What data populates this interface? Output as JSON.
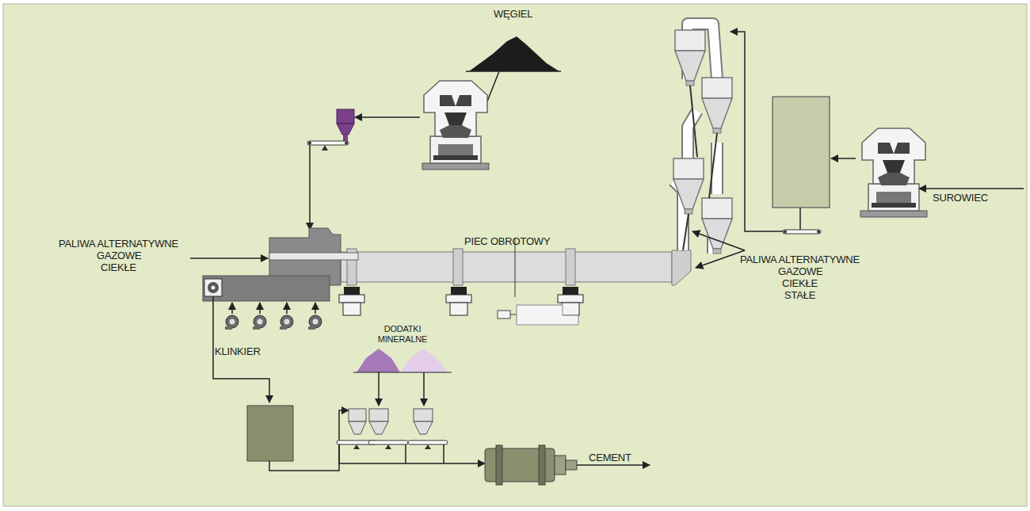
{
  "diagram": {
    "labels": [
      "WĘGIEL",
      "SUROWIEC",
      "PALIWA ALTERNATYWNE",
      "GAZOWE",
      "CIEKŁE",
      "PIEC OBROTOWY",
      "PALIWA ALTERNATYWNE",
      "GAZOWE",
      "CIEKŁE",
      "STAŁE",
      "KLINKIER",
      "DODATKI MINERALNE",
      "CEMENT"
    ]
  }
}
